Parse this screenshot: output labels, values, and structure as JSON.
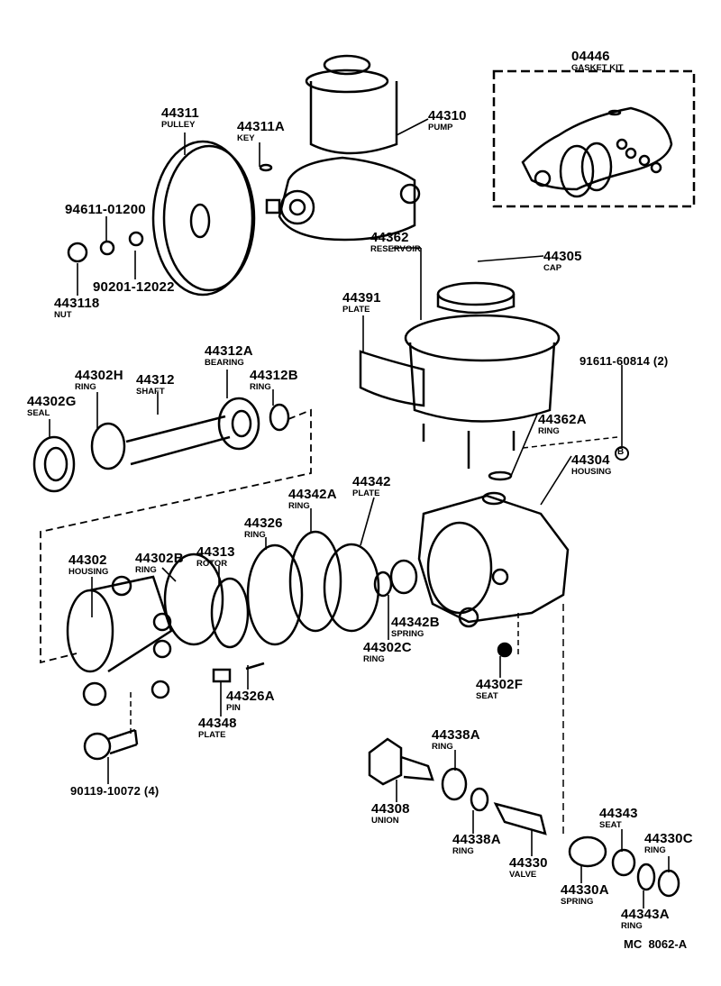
{
  "diagram_code": "MC  8062-A",
  "parts": [
    {
      "number": "04446",
      "name": "GASKET KIT"
    },
    {
      "number": "44311",
      "name": "PULLEY"
    },
    {
      "number": "44311A",
      "name": "KEY"
    },
    {
      "number": "44310",
      "name": "PUMP"
    },
    {
      "number": "94611-01200",
      "name": ""
    },
    {
      "number": "90201-12022",
      "name": ""
    },
    {
      "number": "443118",
      "name": "NUT"
    },
    {
      "number": "44362",
      "name": "RESERVOIR"
    },
    {
      "number": "44391",
      "name": "PLATE"
    },
    {
      "number": "44305",
      "name": "CAP"
    },
    {
      "number": "44312A",
      "name": "BEARING"
    },
    {
      "number": "44302H",
      "name": "RING"
    },
    {
      "number": "44312",
      "name": "SHAFT"
    },
    {
      "number": "44312B",
      "name": "RING"
    },
    {
      "number": "44302G",
      "name": "SEAL"
    },
    {
      "number": "91611-60814 (2)",
      "name": ""
    },
    {
      "number": "44362A",
      "name": "RING"
    },
    {
      "number": "44304",
      "name": "HOUSING"
    },
    {
      "number": "44342",
      "name": "PLATE"
    },
    {
      "number": "44342A",
      "name": "RING"
    },
    {
      "number": "44326",
      "name": "RING"
    },
    {
      "number": "44313",
      "name": "ROTOR"
    },
    {
      "number": "44302B",
      "name": "RING"
    },
    {
      "number": "44302",
      "name": "HOUSING"
    },
    {
      "number": "44342B",
      "name": "SPRING"
    },
    {
      "number": "44302C",
      "name": "RING"
    },
    {
      "number": "44302F",
      "name": "SEAT"
    },
    {
      "number": "44326A",
      "name": "PIN"
    },
    {
      "number": "44348",
      "name": "PLATE"
    },
    {
      "number": "90119-10072 (4)",
      "name": ""
    },
    {
      "number": "44338A",
      "name": "RING"
    },
    {
      "number": "44308",
      "name": "UNION"
    },
    {
      "number": "44338A",
      "name": "RING"
    },
    {
      "number": "44330",
      "name": "VALVE"
    },
    {
      "number": "44343",
      "name": "SEAT"
    },
    {
      "number": "44330C",
      "name": "RING"
    },
    {
      "number": "44330A",
      "name": "SPRING"
    },
    {
      "number": "44343A",
      "name": "RING"
    }
  ],
  "callout_marker": "B"
}
